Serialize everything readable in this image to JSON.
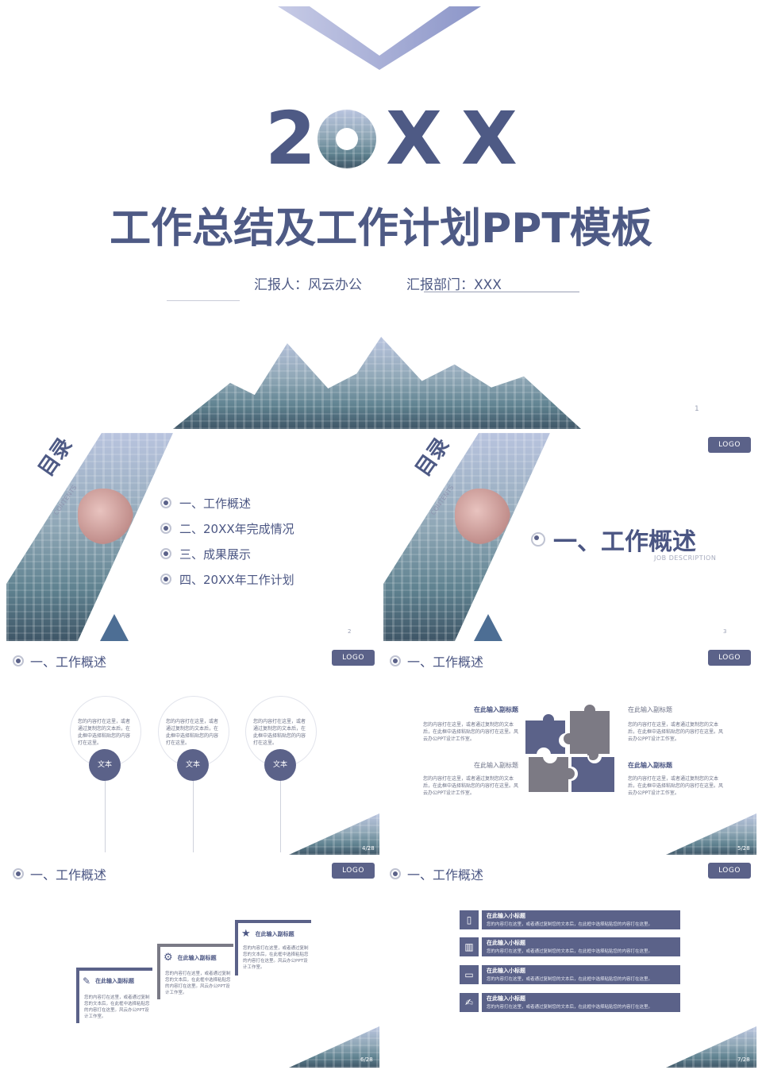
{
  "cover": {
    "year_prefix": "2",
    "year_suffix": "XX",
    "title": "工作总结及工作计划PPT模板",
    "reporter": "汇报人：风云办公",
    "department": "汇报部门：XXX",
    "page_number": "1"
  },
  "toc": {
    "heading": "目录",
    "heading_en": "CONTENTS",
    "items": [
      "一、工作概述",
      "二、20XX年完成情况",
      "三、成果展示",
      "四、20XX年工作计划"
    ],
    "page_number": "2"
  },
  "section_slide": {
    "logo": "LOGO",
    "heading": "目录",
    "heading_en": "CONTENTS",
    "title": "一、工作概述",
    "subtitle": "JOB DESCRIPTION",
    "page_number": "3"
  },
  "slide4": {
    "header": "一、工作概述",
    "logo": "LOGO",
    "circles": [
      {
        "text": "您的内容打在这里，或者通过复制您的文本后，在此框中选择粘贴您的内容打在这里。",
        "label": "文本"
      },
      {
        "text": "您的内容打在这里，或者通过复制您的文本后，在此框中选择粘贴您的内容打在这里。",
        "label": "文本"
      },
      {
        "text": "您的内容打在这里，或者通过复制您的文本后，在此框中选择粘贴您的内容打在这里。",
        "label": "文本"
      }
    ],
    "page_number": "4/28"
  },
  "slide5": {
    "header": "一、工作概述",
    "logo": "LOGO",
    "blocks": [
      {
        "title": "在此输入副标题",
        "text": "您的内容打在这里，或者通过复制您的文本后，在此框中选择粘贴您的内容打在这里。风云办公PPT设计工作室。"
      },
      {
        "title": "在此输入副标题",
        "text": "您的内容打在这里，或者通过复制您的文本后，在此框中选择粘贴您的内容打在这里。风云办公PPT设计工作室。"
      },
      {
        "title": "在此输入副标题",
        "text": "您的内容打在这里，或者通过复制您的文本后，在此框中选择粘贴您的内容打在这里。风云办公PPT设计工作室。"
      },
      {
        "title": "在此输入副标题",
        "text": "您的内容打在这里，或者通过复制您的文本后，在此框中选择粘贴您的内容打在这里。风云办公PPT设计工作室。"
      }
    ],
    "page_number": "5/28"
  },
  "slide6": {
    "header": "一、工作概述",
    "logo": "LOGO",
    "steps": [
      {
        "title": "在此输入副标题",
        "text": "您的内容打在这里，或者通过复制您的文本后，在此框中选择粘贴您的内容打在这里。风云办公PPT设计工作室。",
        "icon": "edit-icon"
      },
      {
        "title": "在此输入副标题",
        "text": "您的内容打在这里，或者通过复制您的文本后，在此框中选择粘贴您的内容打在这里。风云办公PPT设计工作室。",
        "icon": "gear-icon"
      },
      {
        "title": "在此输入副标题",
        "text": "您的内容打在这里，或者通过复制您的文本后，在此框中选择粘贴您的内容打在这里。风云办公PPT设计工作室。",
        "icon": "star-icon"
      }
    ],
    "page_number": "6/28"
  },
  "slide7": {
    "header": "一、工作概述",
    "logo": "LOGO",
    "rows": [
      {
        "title": "在此输入小标题",
        "text": "您的内容打在这里，或者通过复制您的文本后，在此框中选择粘贴您的内容打在这里。",
        "icon": "phone-icon"
      },
      {
        "title": "在此输入小标题",
        "text": "您的内容打在这里，或者通过复制您的文本后，在此框中选择粘贴您的内容打在这里。",
        "icon": "book-icon"
      },
      {
        "title": "在此输入小标题",
        "text": "您的内容打在这里，或者通过复制您的文本后，在此框中选择粘贴您的内容打在这里。",
        "icon": "monitor-icon"
      },
      {
        "title": "在此输入小标题",
        "text": "您的内容打在这里，或者通过复制您的文本后，在此框中选择粘贴您的内容打在这里。",
        "icon": "note-icon"
      }
    ],
    "page_number": "7/28"
  },
  "colors": {
    "primary": "#5b6289",
    "text": "#4b5683",
    "gray": "#7a7a86"
  }
}
